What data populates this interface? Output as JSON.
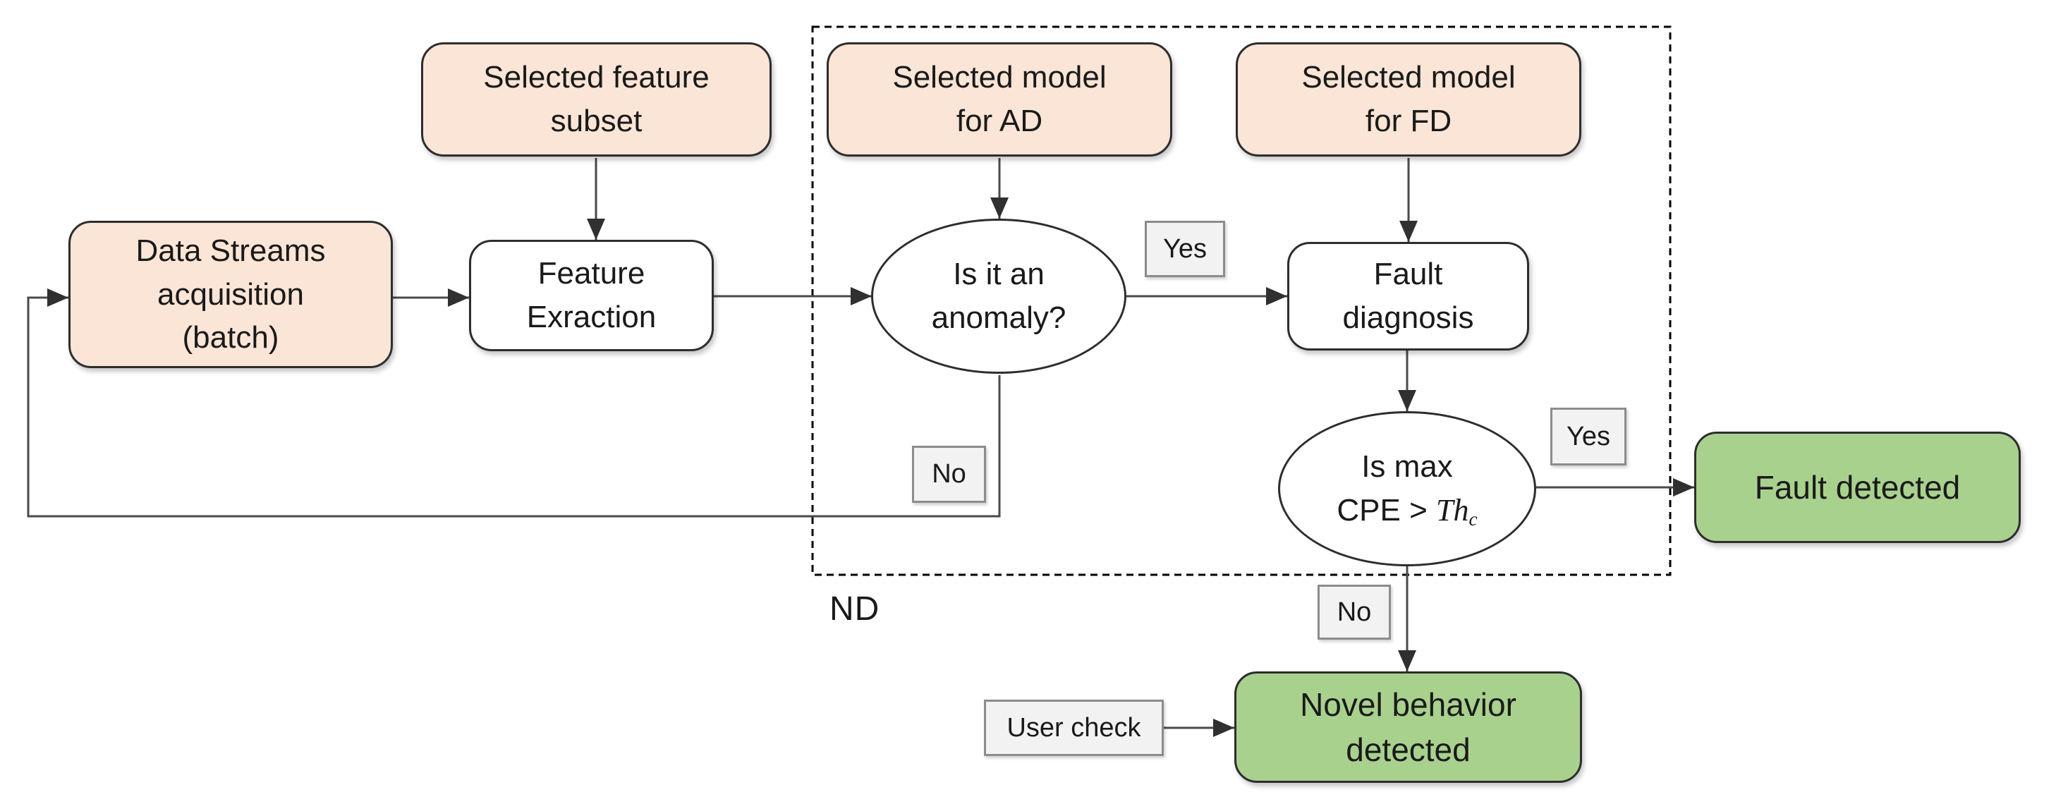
{
  "diagram": {
    "region_label": "ND",
    "nodes": {
      "selected_feature_subset": {
        "line1": "Selected feature",
        "line2": "subset"
      },
      "selected_model_ad": {
        "line1": "Selected model",
        "line2": "for AD"
      },
      "selected_model_fd": {
        "line1": "Selected model",
        "line2": "for FD"
      },
      "data_streams": {
        "line1": "Data Streams",
        "line2": "acquisition",
        "line3": "(batch)"
      },
      "feature_extraction": {
        "line1": "Feature",
        "line2": "Exraction"
      },
      "anomaly_decision": {
        "line1": "Is it an",
        "line2": "anomaly?"
      },
      "fault_diagnosis": {
        "line1": "Fault",
        "line2": "diagnosis"
      },
      "cpe_decision": {
        "line1": "Is max",
        "line2_prefix": "CPE > ",
        "line2_term": "Th",
        "line2_subscript": "c"
      },
      "fault_detected": {
        "label": "Fault detected"
      },
      "novel_behavior": {
        "line1": "Novel behavior",
        "line2": "detected"
      },
      "user_check": {
        "label": "User check"
      }
    },
    "edge_labels": {
      "anomaly_yes": "Yes",
      "anomaly_no": "No",
      "cpe_yes": "Yes",
      "cpe_no": "No"
    },
    "colors": {
      "input_fill": "#fbe5d6",
      "process_fill": "#ffffff",
      "output_fill": "#a9d18e",
      "label_fill": "#f2f2f2",
      "node_border": "#2d2d2d",
      "label_border": "#8c8c8c",
      "connector": "#4a4a4a",
      "dashed_border": "#000000",
      "text": "#1a1a1a"
    }
  }
}
